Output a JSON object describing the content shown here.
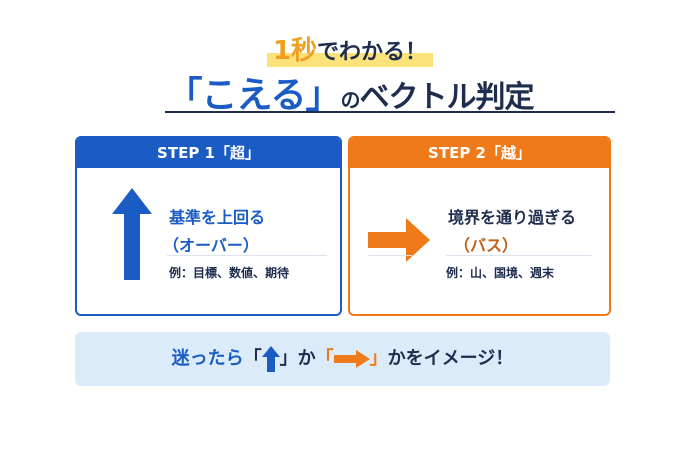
{
  "header": {
    "subtitle_num": "1秒",
    "subtitle_rest": "でわかる！",
    "title_main": "「こえる」",
    "title_no": "の",
    "title_rest": "ベクトル判定"
  },
  "steps": [
    {
      "label": "STEP 1「超」",
      "meaning": "基準を上回る",
      "reading": "（オーバー）",
      "examples": "例：目標、数値、期待",
      "icon": "arrow-up-icon",
      "color": "#1a5bc4"
    },
    {
      "label": "STEP 2「越」",
      "meaning": "境界を通り過ぎる",
      "reading": "（バス）",
      "examples": "例：山、国境、週末",
      "icon": "arrow-right-icon",
      "color": "#ef7a1a"
    }
  ],
  "banner": {
    "prefix": "迷ったら",
    "open1": "「",
    "close1": "」",
    "ka": "か",
    "open2": "「",
    "close2": "」",
    "suffix": "かをイメージ！"
  }
}
